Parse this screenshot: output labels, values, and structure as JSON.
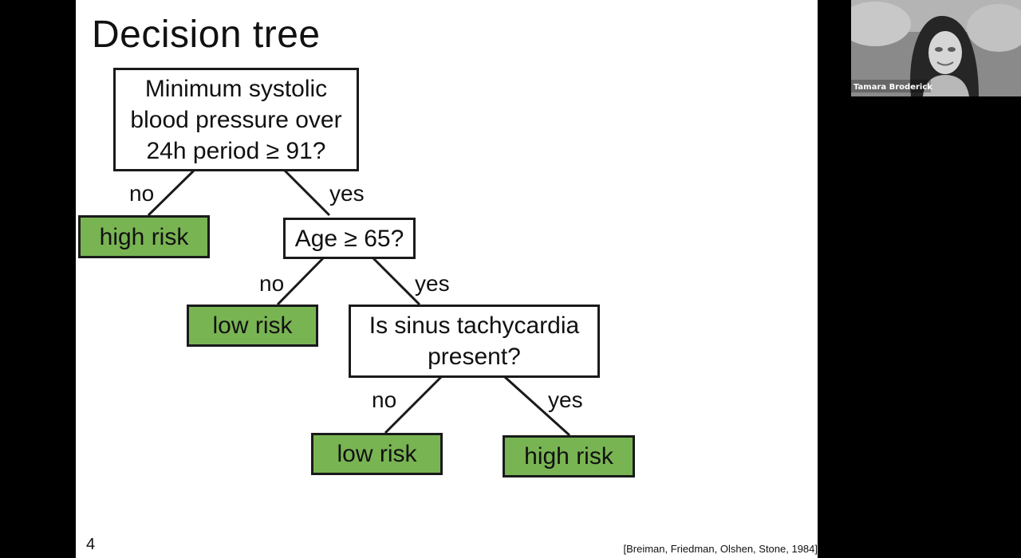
{
  "slide": {
    "title": "Decision tree",
    "page_number": "4",
    "citation": "[Breiman, Friedman, Olshen, Stone, 1984]"
  },
  "tree": {
    "root": {
      "text": "Minimum systolic\nblood pressure over\n24h period ≥ 91?"
    },
    "leaf_high_risk_1": {
      "text": "high risk"
    },
    "age_node": {
      "text": "Age ≥ 65?"
    },
    "leaf_low_risk_1": {
      "text": "low risk"
    },
    "sinus_node": {
      "text": "Is sinus tachycardia\npresent?"
    },
    "leaf_low_risk_2": {
      "text": "low risk"
    },
    "leaf_high_risk_2": {
      "text": "high risk"
    },
    "edges": {
      "root_no": "no",
      "root_yes": "yes",
      "age_no": "no",
      "age_yes": "yes",
      "sinus_no": "no",
      "sinus_yes": "yes"
    }
  },
  "webcam": {
    "participant_name": "Tamara Broderick"
  },
  "colors": {
    "leaf_fill": "#79b453",
    "node_border": "#1a1a1a",
    "slide_bg": "#ffffff",
    "letterbox": "#000000"
  }
}
